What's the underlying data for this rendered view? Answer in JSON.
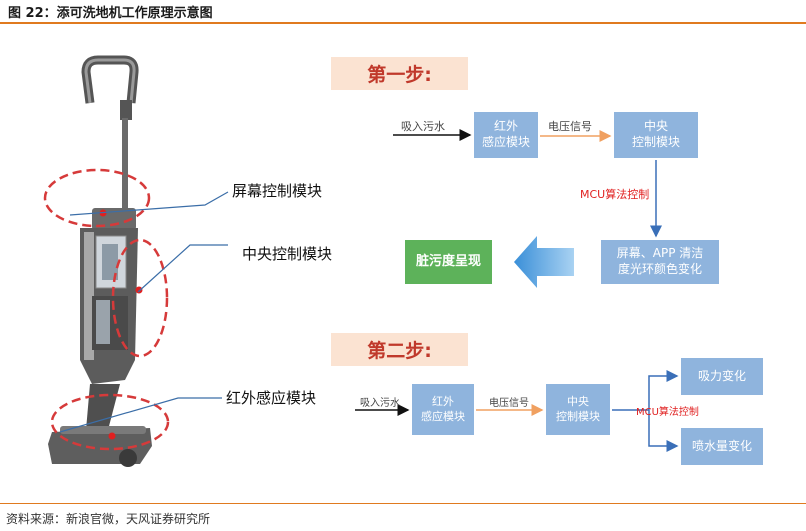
{
  "figure": {
    "title": "图 22：添可洗地机工作原理示意图",
    "source": "资料来源：新浪官微，天风证券研究所"
  },
  "callouts": {
    "screen": "屏幕控制模块",
    "central": "中央控制模块",
    "infrared": "红外感应模块"
  },
  "step1": {
    "title": "第一步:",
    "input_label": "吸入污水",
    "ir_box": "红外\n感应模块",
    "signal_label": "电压信号",
    "central_box": "中央\n控制模块",
    "mcu_label": "MCU算法控制",
    "display_box": "屏幕、APP 清洁\n度光环颜色变化",
    "result_box": "脏污度呈现"
  },
  "step2": {
    "title": "第二步:",
    "input_label": "吸入污水",
    "ir_box": "红外\n感应模块",
    "signal_label": "电压信号",
    "central_box": "中央\n控制模块",
    "mcu_label": "MCU算法控制",
    "suction_box": "吸力变化",
    "water_box": "喷水量变化"
  },
  "colors": {
    "accent_rule": "#e07a1f",
    "step_bg": "#fbe3d2",
    "step_text": "#c0392b",
    "box_blue": "#8fb4dd",
    "box_green": "#5db25a",
    "arrow_orange": "#f0a060",
    "arrow_blue": "#3a6fb8",
    "dashed_red": "#d63a3a"
  }
}
